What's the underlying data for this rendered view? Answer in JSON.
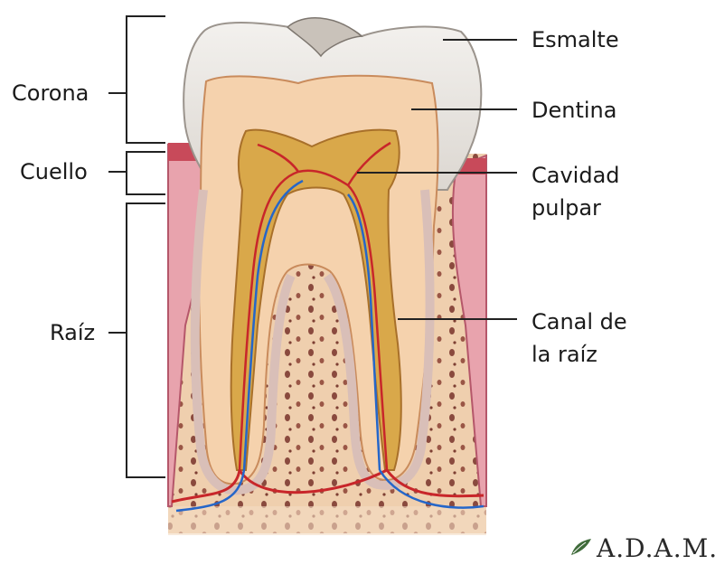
{
  "labels": {
    "left": {
      "corona": "Corona",
      "cuello": "Cuello",
      "raiz": "Raíz"
    },
    "right": {
      "esmalte": "Esmalte",
      "dentina": "Dentina",
      "cavidad_line1": "Cavidad",
      "cavidad_line2": "pulpar",
      "canal_line1": "Canal de",
      "canal_line2": "la raíz"
    }
  },
  "logo": "A.D.A.M.",
  "colors": {
    "enamel": "#ebe7e2",
    "dentin": "#f5d2ad",
    "pulp": "#d9a84a",
    "gum": "#e8a3ad",
    "bone": "#efcfae",
    "vessel_red": "#c8262a",
    "vessel_blue": "#2566c9"
  }
}
